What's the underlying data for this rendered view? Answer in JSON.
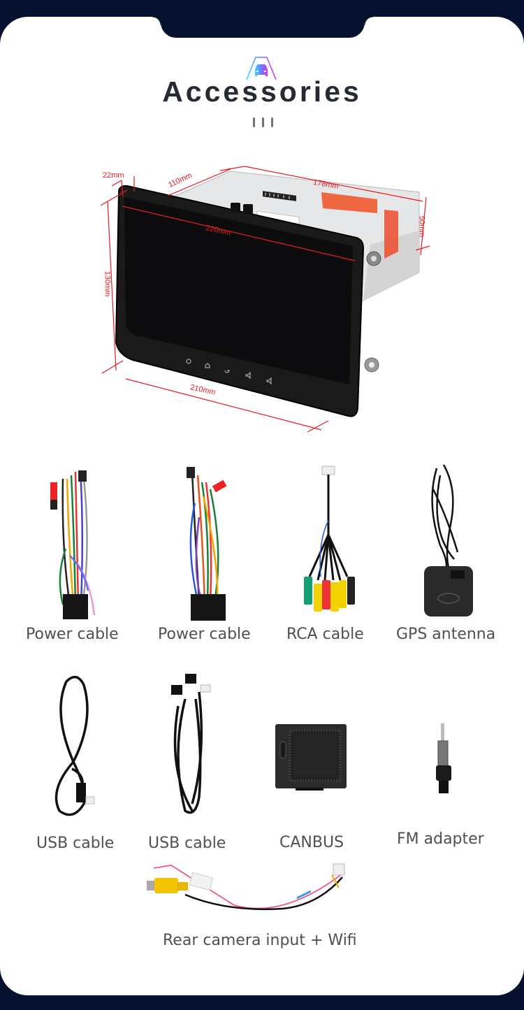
{
  "header": {
    "icon": "car-road-icon",
    "title": "Accessories",
    "divider": "three-vertical-bars"
  },
  "colors": {
    "background": "#061130",
    "card": "#ffffff",
    "title": "#272a33",
    "label": "#505050",
    "dimension_lines": "#e41c24",
    "icon_gradient_start": "#35d6ff",
    "icon_gradient_end": "#e02bff"
  },
  "dimensions": {
    "depth_bezel": "22mm",
    "depth_chassis": "110mm",
    "chassis_width": "178mm",
    "chassis_height": "50mm",
    "screen_width_top": "220mm",
    "screen_height": "130mm",
    "screen_width_bottom": "210mm"
  },
  "device": {
    "touch_buttons": [
      "power-icon",
      "home-icon",
      "back-icon",
      "volume-down-icon",
      "volume-up-icon"
    ]
  },
  "accessories": [
    {
      "label": "Power cable",
      "icon": "wire-harness-icon"
    },
    {
      "label": "Power cable",
      "icon": "wire-harness-icon"
    },
    {
      "label": "RCA cable",
      "icon": "rca-cable-icon"
    },
    {
      "label": "GPS antenna",
      "icon": "gps-antenna-icon"
    },
    {
      "label": "USB cable",
      "icon": "usb-cable-icon"
    },
    {
      "label": "USB cable",
      "icon": "usb-cable-icon"
    },
    {
      "label": "CANBUS",
      "icon": "canbus-box-icon"
    },
    {
      "label": "FM adapter",
      "icon": "fm-adapter-icon"
    },
    {
      "label": "Rear camera input + Wifi",
      "icon": "rear-camera-cable-icon"
    }
  ]
}
